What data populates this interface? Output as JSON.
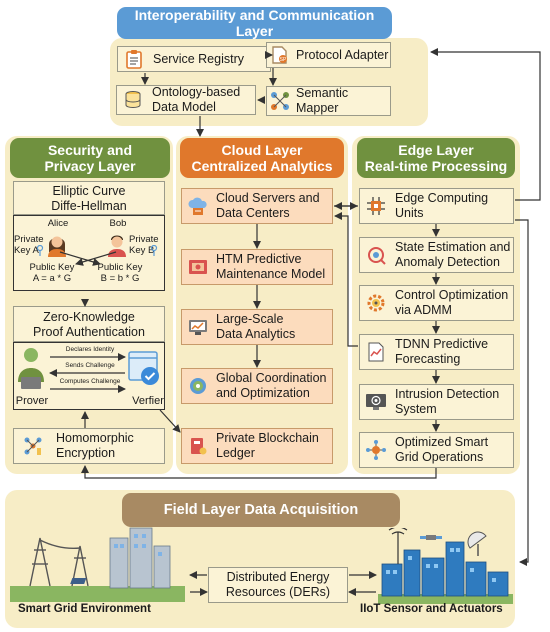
{
  "interop": {
    "title": "Interoperability and Communication Layer",
    "service_registry": "Service Registry",
    "protocol_adapter": "Protocol Adapter",
    "ontology": "Ontology-based\nData Model",
    "semantic_mapper": "Semantic Mapper"
  },
  "security": {
    "title": "Security and\nPrivacy Layer",
    "ecdh": "Elliptic Curve\nDiffe-Hellman",
    "alice": "Alice",
    "bob": "Bob",
    "private_a": "Private\nKey A",
    "private_b": "Private\nKey B",
    "public_a": "Public Key\nA = a * G",
    "public_b": "Public Key\nB = b * G",
    "zkp": "Zero-Knowledge\nProof Authentication",
    "declares": "Declares Identity",
    "sends": "Sends Challenge",
    "computes": "Computes Challenge",
    "prover": "Prover",
    "verifier": "Verfier",
    "homomorphic": "Homomorphic\nEncryption"
  },
  "cloud": {
    "title": "Cloud Layer\nCentralized Analytics",
    "servers": "Cloud Servers and\nData Centers",
    "htm": "HTM Predictive\nMaintenance Model",
    "analytics": "Large-Scale\nData Analytics",
    "coordination": "Global Coordination\nand Optimization",
    "blockchain": "Private Blockchain\nLedger"
  },
  "edge": {
    "title": "Edge Layer\nReal-time Processing",
    "computing": "Edge Computing\nUnits",
    "state": "State Estimation and\nAnomaly Detection",
    "control": "Control Optimization\nvia ADMM",
    "tdnn": "TDNN Predictive\nForecasting",
    "intrusion": "Intrusion Detection\nSystem",
    "grid": "Optimized Smart\nGrid Operations"
  },
  "field": {
    "title": "Field Layer Data Acquisition",
    "der": "Distributed Energy\nResources (DERs)",
    "smart_grid": "Smart Grid Environment",
    "iiot": "IIoT Sensor and Actuators"
  },
  "colors": {
    "interop_banner": "#5b9bd5",
    "security_banner": "#70913f",
    "cloud_banner": "#e0782c",
    "edge_banner": "#70913f",
    "field_banner": "#a88a63",
    "panel": "#f7edc6"
  }
}
